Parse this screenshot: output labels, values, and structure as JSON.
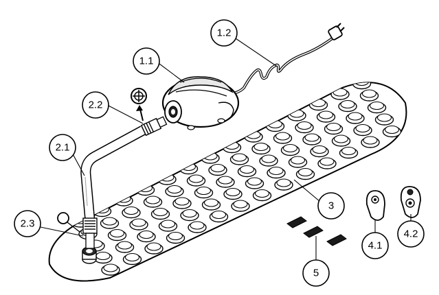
{
  "diagram": {
    "components": [
      {
        "id": "pump",
        "label": "1.1",
        "icon": "air-pump-icon"
      },
      {
        "id": "power-cord",
        "label": "1.2",
        "icon": "power-plug-icon"
      },
      {
        "id": "hose",
        "label": "2.1",
        "icon": "hose-icon"
      },
      {
        "id": "valve-cap",
        "label": "2.2",
        "icon": "valve-cap-icon"
      },
      {
        "id": "hose-connector",
        "label": "2.3",
        "icon": "connector-icon"
      },
      {
        "id": "bubble-mat",
        "label": "3",
        "icon": "bubble-mat-icon"
      },
      {
        "id": "remote-1",
        "label": "4.1",
        "icon": "remote-control-icon"
      },
      {
        "id": "remote-2",
        "label": "4.2",
        "icon": "remote-control-icon"
      },
      {
        "id": "clips",
        "label": "5",
        "icon": "clip-icon"
      }
    ],
    "colors": {
      "line": "#000000",
      "fill": "#ffffff",
      "shade": "#dcdcdc",
      "dark": "#1a1a1a"
    }
  }
}
